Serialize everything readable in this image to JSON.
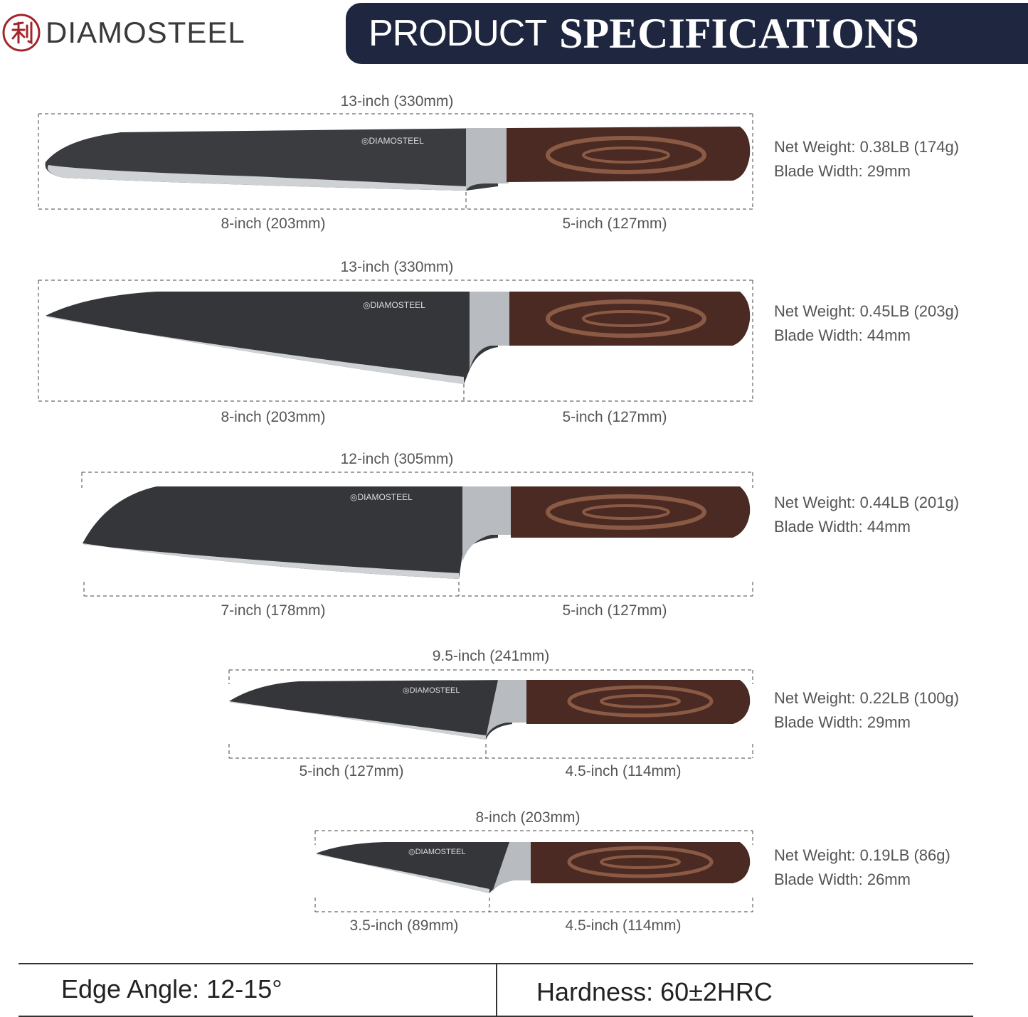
{
  "brand": {
    "name": "DIAMOSTEEL"
  },
  "header": {
    "title_light": "PRODUCT",
    "title_bold": "SPECIFICATIONS",
    "bg_color": "#1f2740"
  },
  "knives": [
    {
      "total": "13-inch (330mm)",
      "blade": "8-inch (203mm)",
      "handle": "5-inch (127mm)",
      "weight": "Net Weight: 0.38LB (174g)",
      "width": "Blade Width: 29mm"
    },
    {
      "total": "13-inch (330mm)",
      "blade": "8-inch (203mm)",
      "handle": "5-inch (127mm)",
      "weight": "Net Weight: 0.45LB (203g)",
      "width": "Blade Width: 44mm"
    },
    {
      "total": "12-inch (305mm)",
      "blade": "7-inch (178mm)",
      "handle": "5-inch (127mm)",
      "weight": "Net Weight: 0.44LB (201g)",
      "width": "Blade Width: 44mm"
    },
    {
      "total": "9.5-inch (241mm)",
      "blade": "5-inch (127mm)",
      "handle": "4.5-inch (114mm)",
      "weight": "Net Weight: 0.22LB (100g)",
      "width": "Blade Width: 29mm"
    },
    {
      "total": "8-inch (203mm)",
      "blade": "3.5-inch (89mm)",
      "handle": "4.5-inch (114mm)",
      "weight": "Net Weight: 0.19LB (86g)",
      "width": "Blade Width: 26mm"
    }
  ],
  "footer": {
    "edge_angle": "Edge Angle: 12-15°",
    "hardness": "Hardness: 60±2HRC"
  },
  "colors": {
    "handle": "#4a2a22",
    "handle_grain": "#8a5a45",
    "blade_dark": "#2a2c30",
    "blade_light": "#d8dadc"
  }
}
